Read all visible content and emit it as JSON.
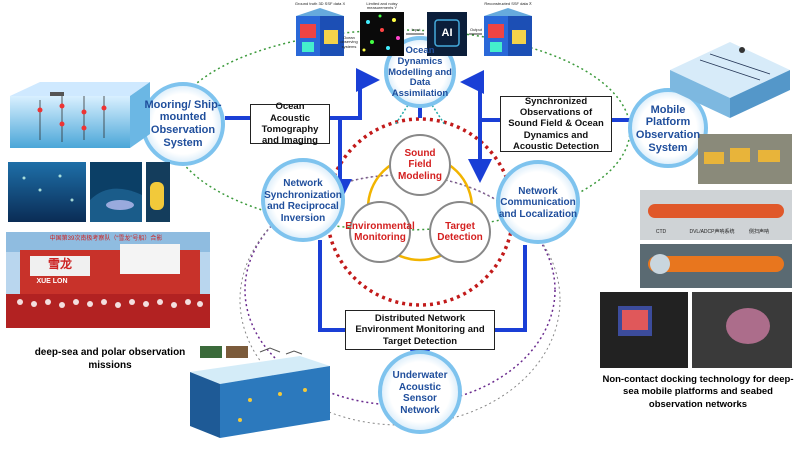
{
  "center": {
    "top_label": "Ocean Dynamics Modelling and Data Assimilation",
    "left_top_label": "Mooring/ Ship-mounted Observation System",
    "right_top_label": "Mobile Platform Observation System",
    "left_mid_label": "Network Synchronization and Reciprocal Inversion",
    "right_mid_label": "Network Communication and Localization",
    "bottom_label": "Underwater Acoustic Sensor Network",
    "inner_top": "Sound Field Modeling",
    "inner_left": "Environmental Monitoring",
    "inner_right": "Target Detection"
  },
  "boxes": {
    "tomography": "Ocean Acoustic Tomography and Imaging",
    "synchronized": "Synchronized Observations of Sound Field & Ocean Dynamics and Acoustic Detection",
    "distributed": "Distributed Network Environment Monitoring and Target Detection"
  },
  "captions": {
    "left": "deep-sea and polar observation missions",
    "right": "Non-contact docking technology for deep-sea mobile platforms and seabed observation networks"
  },
  "top_strip": {
    "panel1": "Ground truth 3D SSF data X",
    "panel2": "Ocean observing systems",
    "panel3": "Limited and noisy measurements Y",
    "arrow_in": "Input",
    "ai": "AI",
    "arrow_out": "Output",
    "panel4": "Reconstructed SSF data X̂"
  },
  "photo_text": {
    "ship_banner": "中国第39次南极考察队（“雪龙”号船）合影",
    "ship_name": "雪龙",
    "ship_code": "XUE LON",
    "auv_labels": [
      "CTD",
      "DVL/ADCP声呐系统",
      "侧扫声呐"
    ]
  }
}
